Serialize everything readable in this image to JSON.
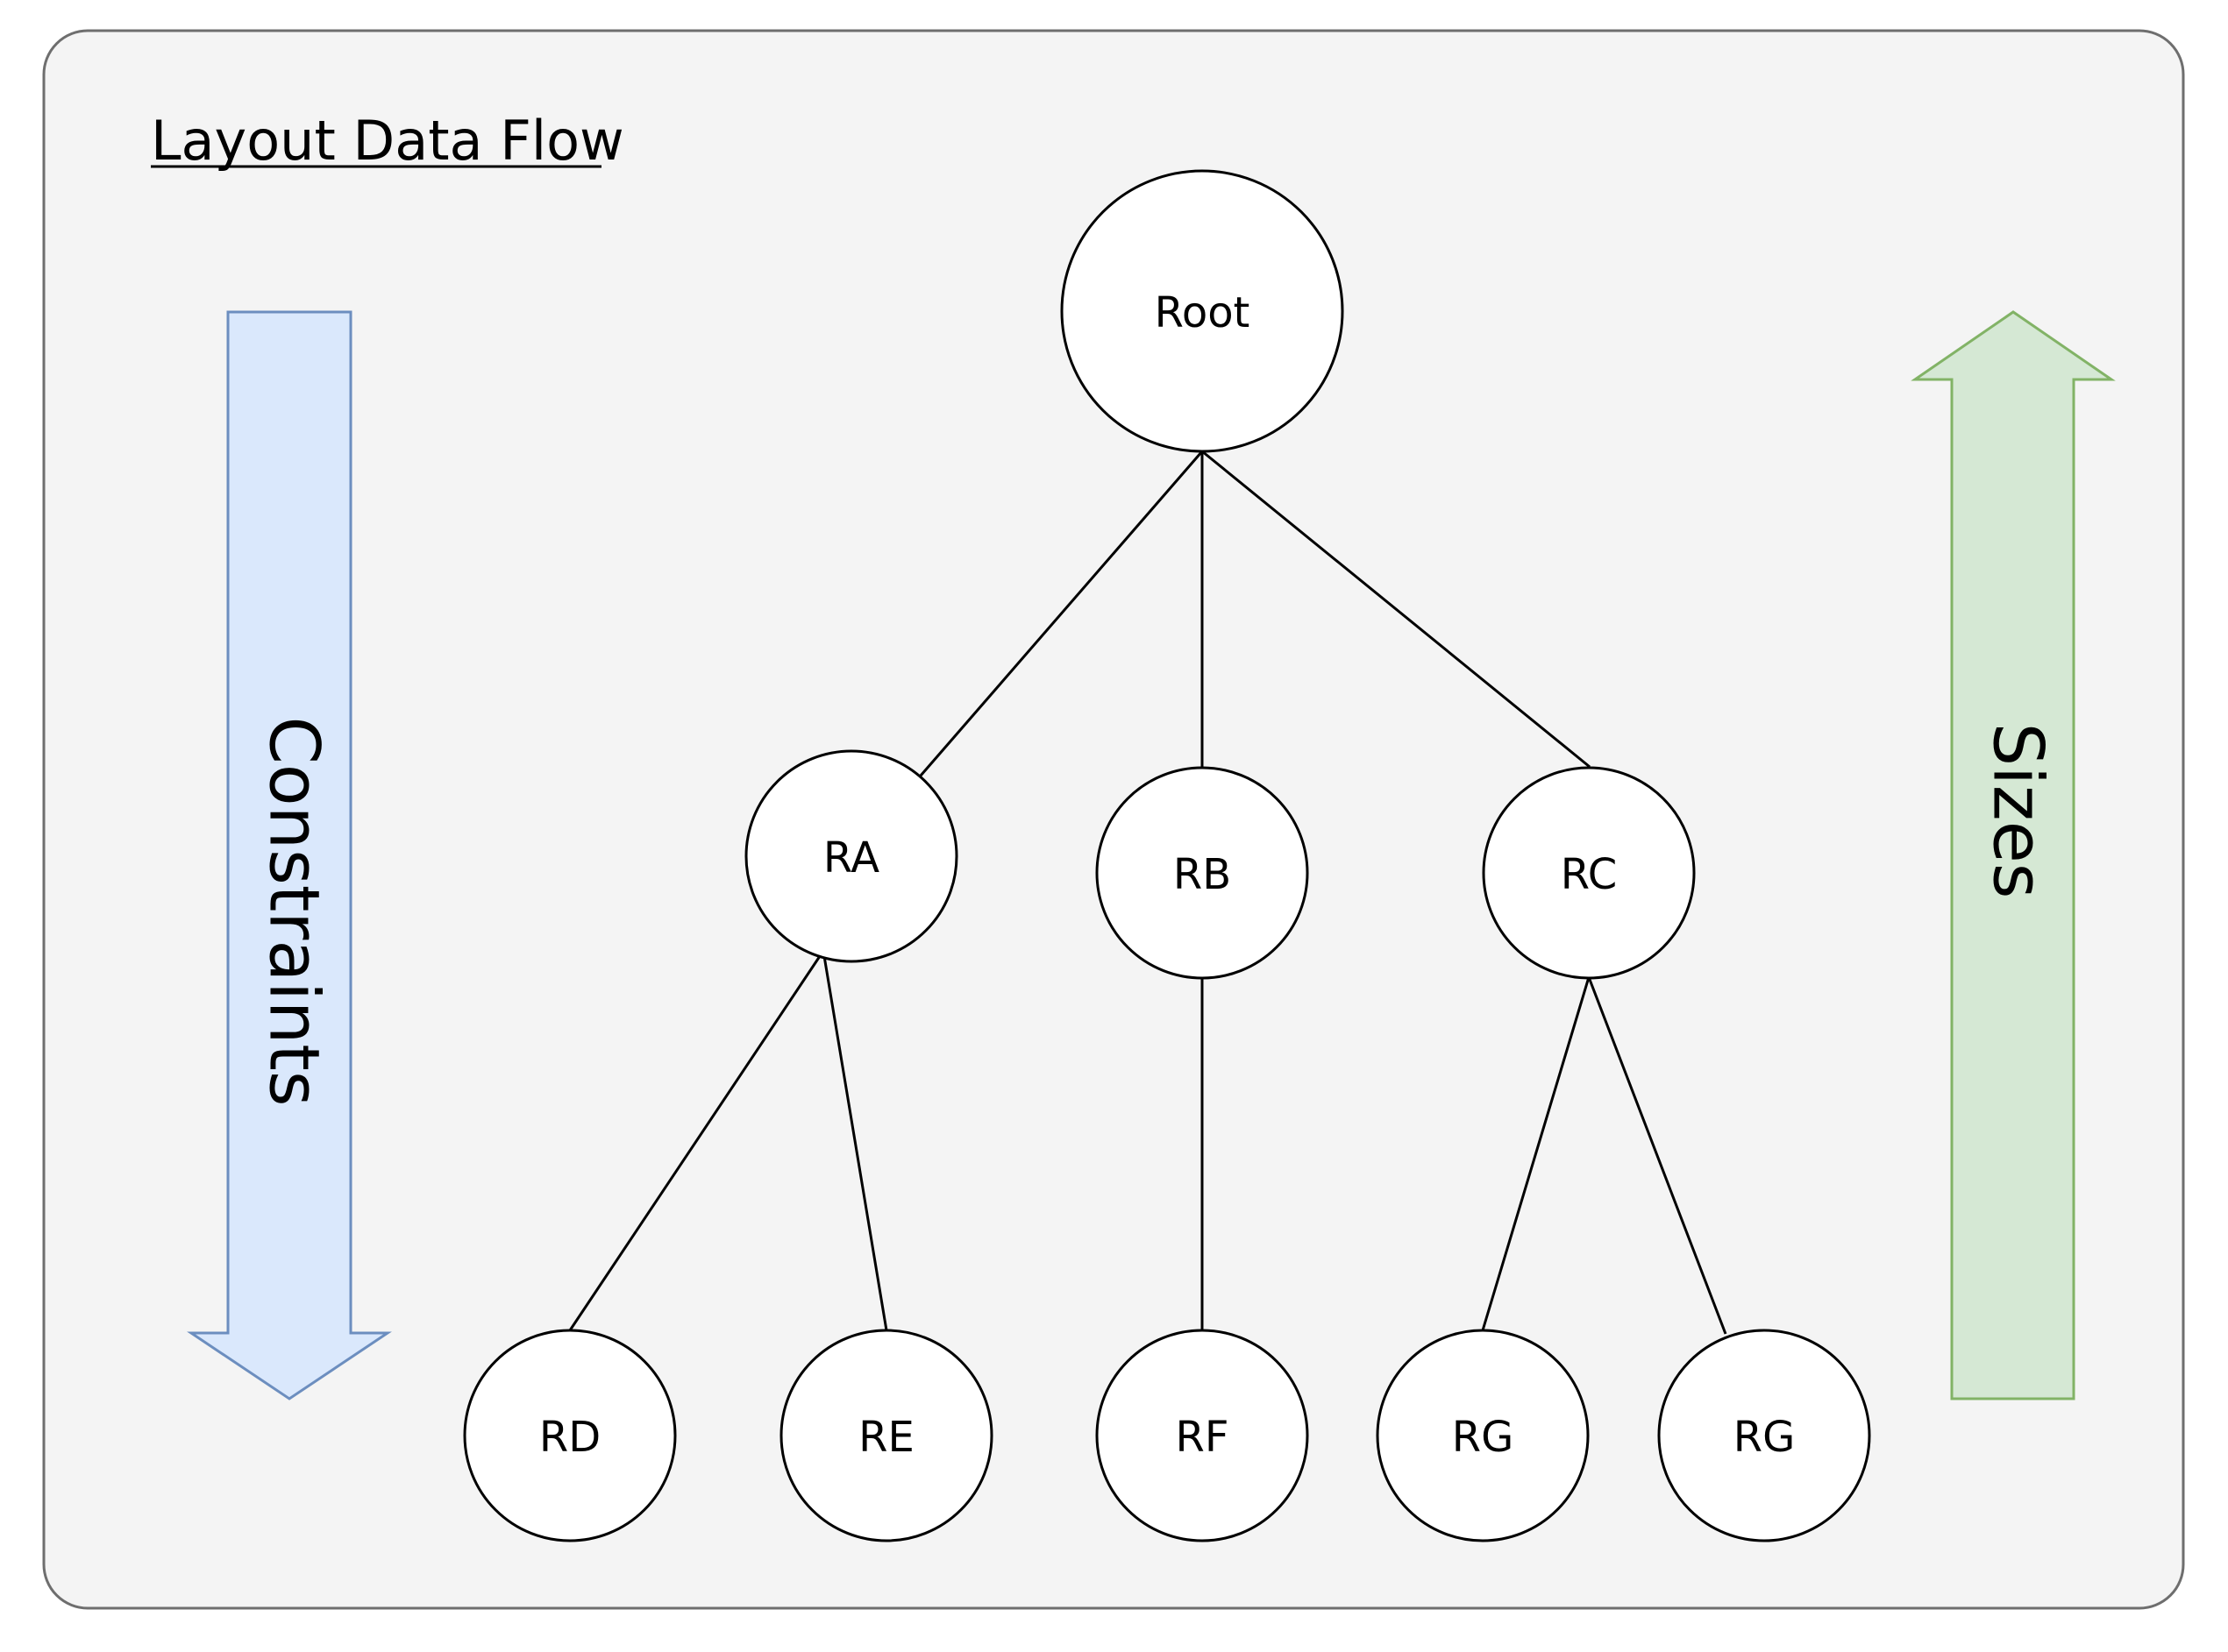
{
  "title": "Layout Data Flow",
  "colors": {
    "panel_fill": "#f4f4f4",
    "panel_stroke": "#6e6e6e",
    "node_fill": "#ffffff",
    "node_stroke": "#000000",
    "edge": "#000000",
    "constraints_fill": "#dae8fc",
    "constraints_stroke": "#6c8ebf",
    "sizes_fill": "#d5e8d4",
    "sizes_stroke": "#82b366"
  },
  "arrows": {
    "constraints": {
      "label": "Constraints",
      "direction": "down"
    },
    "sizes": {
      "label": "Sizes",
      "direction": "up"
    }
  },
  "nodes": [
    {
      "id": "root",
      "label": "Root"
    },
    {
      "id": "ra",
      "label": "RA"
    },
    {
      "id": "rb",
      "label": "RB"
    },
    {
      "id": "rc",
      "label": "RC"
    },
    {
      "id": "rd",
      "label": "RD"
    },
    {
      "id": "re",
      "label": "RE"
    },
    {
      "id": "rf",
      "label": "RF"
    },
    {
      "id": "rg1",
      "label": "RG"
    },
    {
      "id": "rg2",
      "label": "RG"
    }
  ],
  "edges": [
    {
      "from": "root",
      "to": "ra"
    },
    {
      "from": "root",
      "to": "rb"
    },
    {
      "from": "root",
      "to": "rc"
    },
    {
      "from": "ra",
      "to": "rd"
    },
    {
      "from": "ra",
      "to": "re"
    },
    {
      "from": "rb",
      "to": "rf"
    },
    {
      "from": "rc",
      "to": "rg1"
    },
    {
      "from": "rc",
      "to": "rg2"
    }
  ]
}
